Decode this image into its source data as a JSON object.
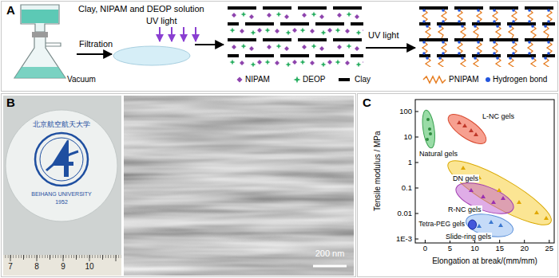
{
  "diagram": {
    "nodes": [
      {
        "text": [
          "A"
        ]
      },
      {
        "text": [
          "B"
        ]
      },
      {
        "text": [
          "C"
        ]
      }
    ],
    "labels": [
      "Clay, NIPAM and DEOP solution",
      "UV light",
      "Filtration",
      "Vacuum",
      "UV light",
      "北京航空航天大学",
      "BEIHANG UNIVERSITY",
      "1952",
      "7",
      "8",
      "9",
      "10",
      "200 nm",
      "Tensile modulus / MPa",
      "100",
      "10",
      "1",
      "0.1",
      "0.01",
      "1E-3",
      "L-NC gels",
      "Natural gels",
      "DN gels",
      "R-NC gels",
      "Tetra-PEG gels",
      "Slide-ring gels",
      "0",
      "5",
      "10",
      "15",
      "20",
      "25",
      "Elongation at break/(mm/mm)"
    ],
    "legend": [
      {
        "text": "NIPAM"
      },
      {
        "text": "DEOP"
      },
      {
        "text": "Clay",
        "color": "#000000"
      },
      {
        "text": "PNIPAM"
      },
      {
        "text": "Hydrogen bond"
      }
    ]
  }
}
